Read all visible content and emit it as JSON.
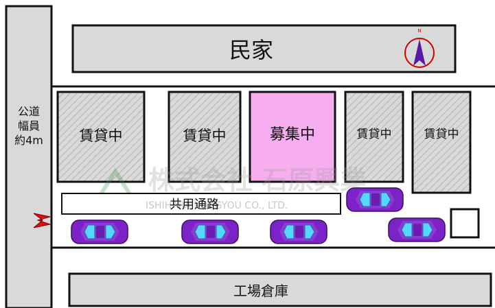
{
  "road": {
    "label_line1": "公道",
    "label_line2": "幅員",
    "label_line3": "約4m"
  },
  "neighbor": {
    "label": "民家"
  },
  "compass": {
    "label": "N",
    "color": "#cc0000"
  },
  "units": [
    {
      "label": "賃貸中",
      "status": "rented"
    },
    {
      "label": "賃貸中",
      "status": "rented"
    },
    {
      "label": "募集中",
      "status": "available"
    },
    {
      "label": "賃貸中",
      "status": "rented"
    },
    {
      "label": "賃貸中",
      "status": "rented"
    }
  ],
  "shared_path": {
    "label": "共用通路"
  },
  "warehouse": {
    "label": "工場倉庫"
  },
  "watermark": {
    "line1": "株式会社 石原興業",
    "line2": "ISHIHARA KOUGYOU CO., LTD."
  },
  "colors": {
    "available_fill": "#f7aef0",
    "rented_fill": "#d9d9d9",
    "road_fill": "#d9d9d9",
    "car_body": "#7b23c6",
    "car_glass": "#56d6ff",
    "entrance_arrow": "#e01010"
  }
}
